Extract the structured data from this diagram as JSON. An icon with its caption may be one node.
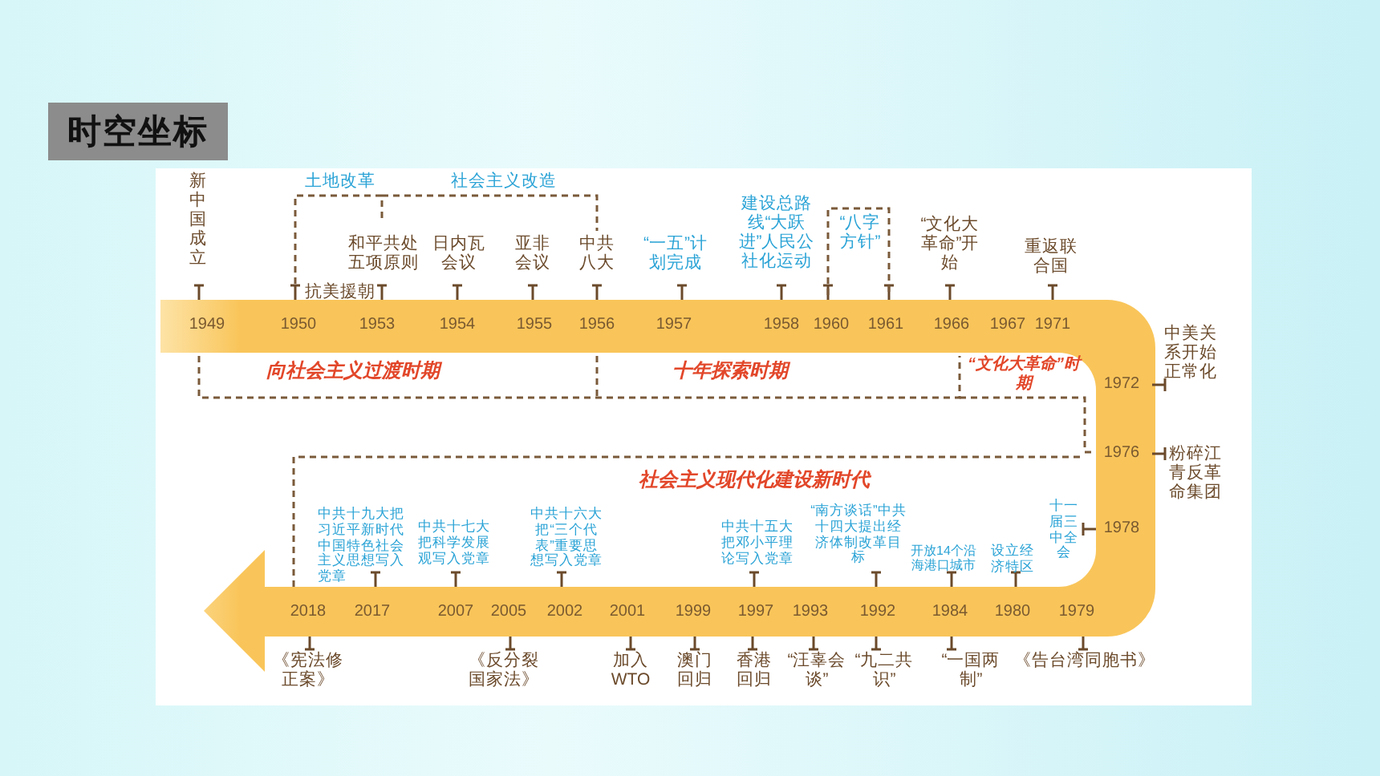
{
  "diagram": {
    "title": "时空坐标",
    "labels": [
      "新中国成立",
      "土地改革",
      "社会主义改造",
      "和平共处五项原则",
      "日内瓦会议",
      "亚非会议",
      "中共八大",
      "“一五”计划完成",
      "建设总路线“大跃进”人民公社化运动",
      "“八字方针”",
      "“文化大革命”开始",
      "重返联合国",
      "抗美援朝",
      "1949",
      "1950",
      "1953",
      "1954",
      "1955",
      "1956",
      "1957",
      "1958",
      "1960",
      "1961",
      "1966",
      "1967",
      "1971",
      "中美关系开始正常化",
      "1972",
      "向社会主义过渡时期",
      "十年探索时期",
      "“文化大革命”时期",
      "1976",
      "粉碎江青反革命集团",
      "社会主义现代化建设新时代",
      "中共十九大把习近平新时代中国特色社会主义思想写入党章",
      "中共十七大把科学发展观写入党章",
      "中共十六大把“三个代表”重要思想写入党章",
      "中共十五大把邓小平理论写入党章",
      "“南方谈话”中共十四大提出经济体制改革目标",
      "开放14个沿海港口城市",
      "设立经济特区",
      "十一届三中全会",
      "1978",
      "2018",
      "2017",
      "2007",
      "2005",
      "2002",
      "2001",
      "1999",
      "1997",
      "1993",
      "1992",
      "1984",
      "1980",
      "1979",
      "《宪法修正案》",
      "《反分裂国家法》",
      "加入WTO",
      "澳门回归",
      "香港回归",
      "“汪辜会谈”",
      "“九二共识”",
      "“一国两制”",
      "《告台湾同胞书》"
    ]
  }
}
